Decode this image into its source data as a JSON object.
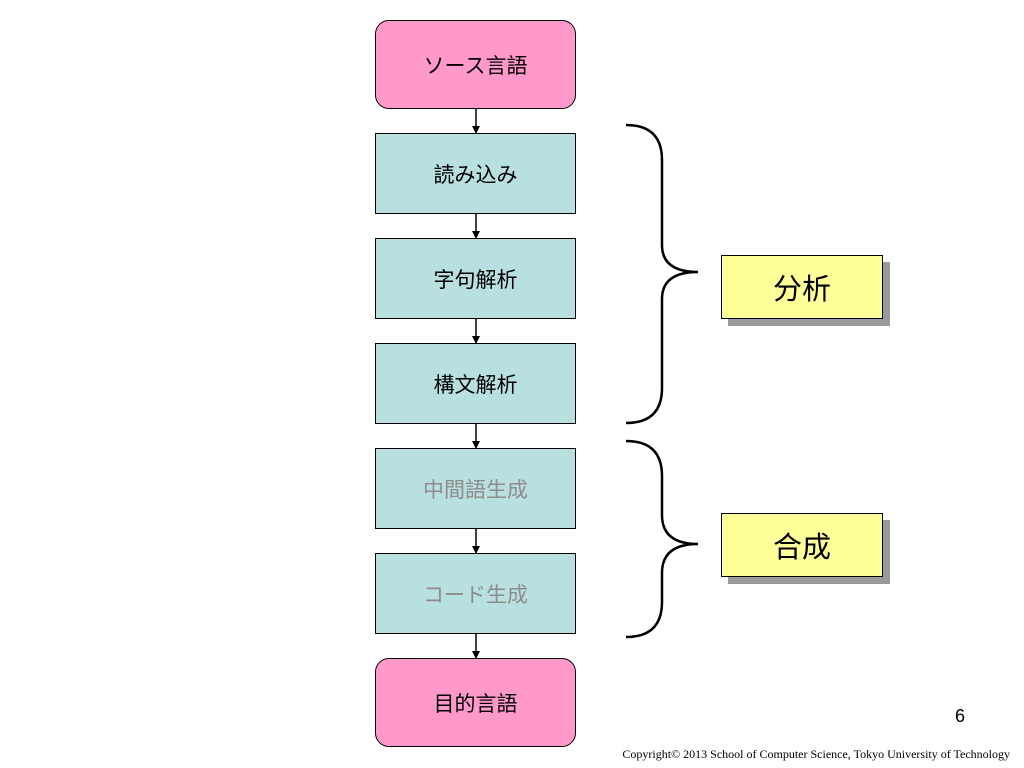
{
  "flow": {
    "source": "ソース言語",
    "read": "読み込み",
    "lexical": "字句解析",
    "syntax": "構文解析",
    "intermediate": "中間語生成",
    "codegen": "コード生成",
    "target": "目的言語"
  },
  "groups": {
    "analysis": "分析",
    "synthesis": "合成"
  },
  "colors": {
    "terminal_fill": "#ff99cc",
    "process_fill": "#b9e0e0",
    "label_fill": "#ffff99",
    "greyed_text": "#8c8c8c"
  },
  "footer": {
    "page_number": "6",
    "copyright": "Copyright© 2013 School of Computer Science, Tokyo University of Technology"
  }
}
